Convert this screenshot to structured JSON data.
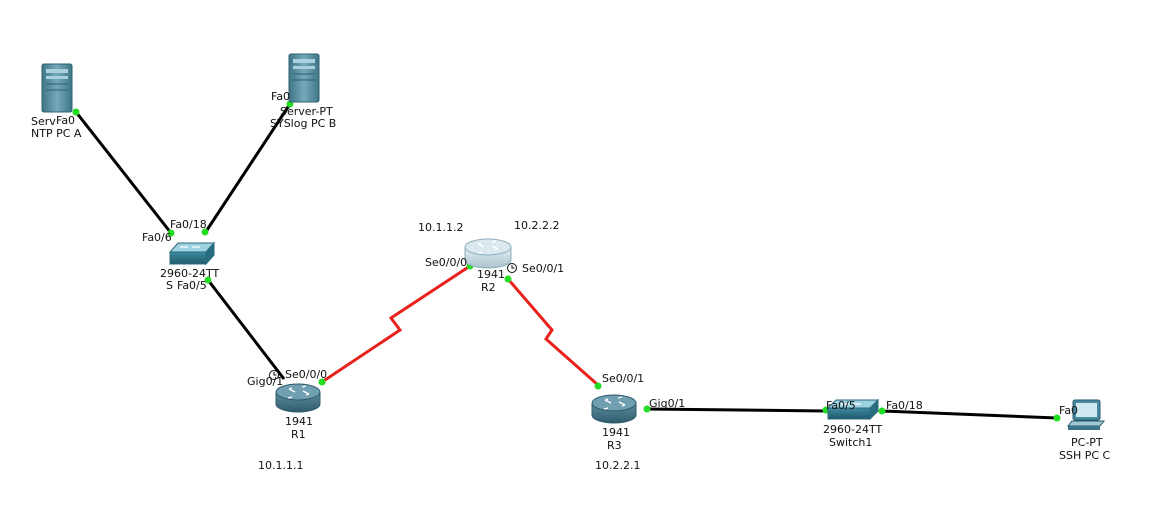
{
  "devices": {
    "server_a": {
      "model": "Server-PT",
      "name": "NTP PC A",
      "icon": "server-icon",
      "model_clipped": "Serv"
    },
    "server_b": {
      "model": "Server-PT",
      "name": "SYSlog PC B",
      "icon": "server-icon"
    },
    "switch_s": {
      "model": "2960-24TT",
      "name": "S",
      "icon": "switch-icon"
    },
    "r1": {
      "model": "1941",
      "name": "R1",
      "icon": "router-icon"
    },
    "r2": {
      "model": "1941",
      "name": "R2",
      "icon": "router-icon"
    },
    "r3": {
      "model": "1941",
      "name": "R3",
      "icon": "router-icon"
    },
    "switch1": {
      "model": "2960-24TT",
      "name": "Switch1",
      "icon": "switch-icon"
    },
    "pc_c": {
      "model": "PC-PT",
      "name": "SSH PC C",
      "icon": "pc-icon"
    }
  },
  "ports": {
    "server_a_fa0": "Fa0",
    "server_b_fa0": "Fa0",
    "s_fa0_6": "Fa0/6",
    "s_fa0_18": "Fa0/18",
    "s_fa0_5": "Fa0/5",
    "r1_gig0_1": "Gig0/1",
    "r1_se0_0_0": "Se0/0/0",
    "r2_se0_0_0": "Se0/0/0",
    "r2_se0_0_1": "Se0/0/1",
    "r3_se0_0_1": "Se0/0/1",
    "r3_gig0_1": "Gig0/1",
    "switch1_fa0_5": "Fa0/5",
    "switch1_fa0_18": "Fa0/18",
    "pc_c_fa0": "Fa0"
  },
  "addresses": {
    "r1_addr": "10.1.1.1",
    "r2_left_addr": "10.1.1.2",
    "r2_right_addr": "10.2.2.2",
    "r3_addr": "10.2.2.1"
  },
  "colors": {
    "ethernet_link": "#000000",
    "serial_link": "#e8211b",
    "link_up": "#22dd22",
    "router_body": "#4f7f92",
    "router_selected": "#cfe3ea",
    "switch_body": "#3f8fa3",
    "server_body": "#5d8fa0"
  }
}
